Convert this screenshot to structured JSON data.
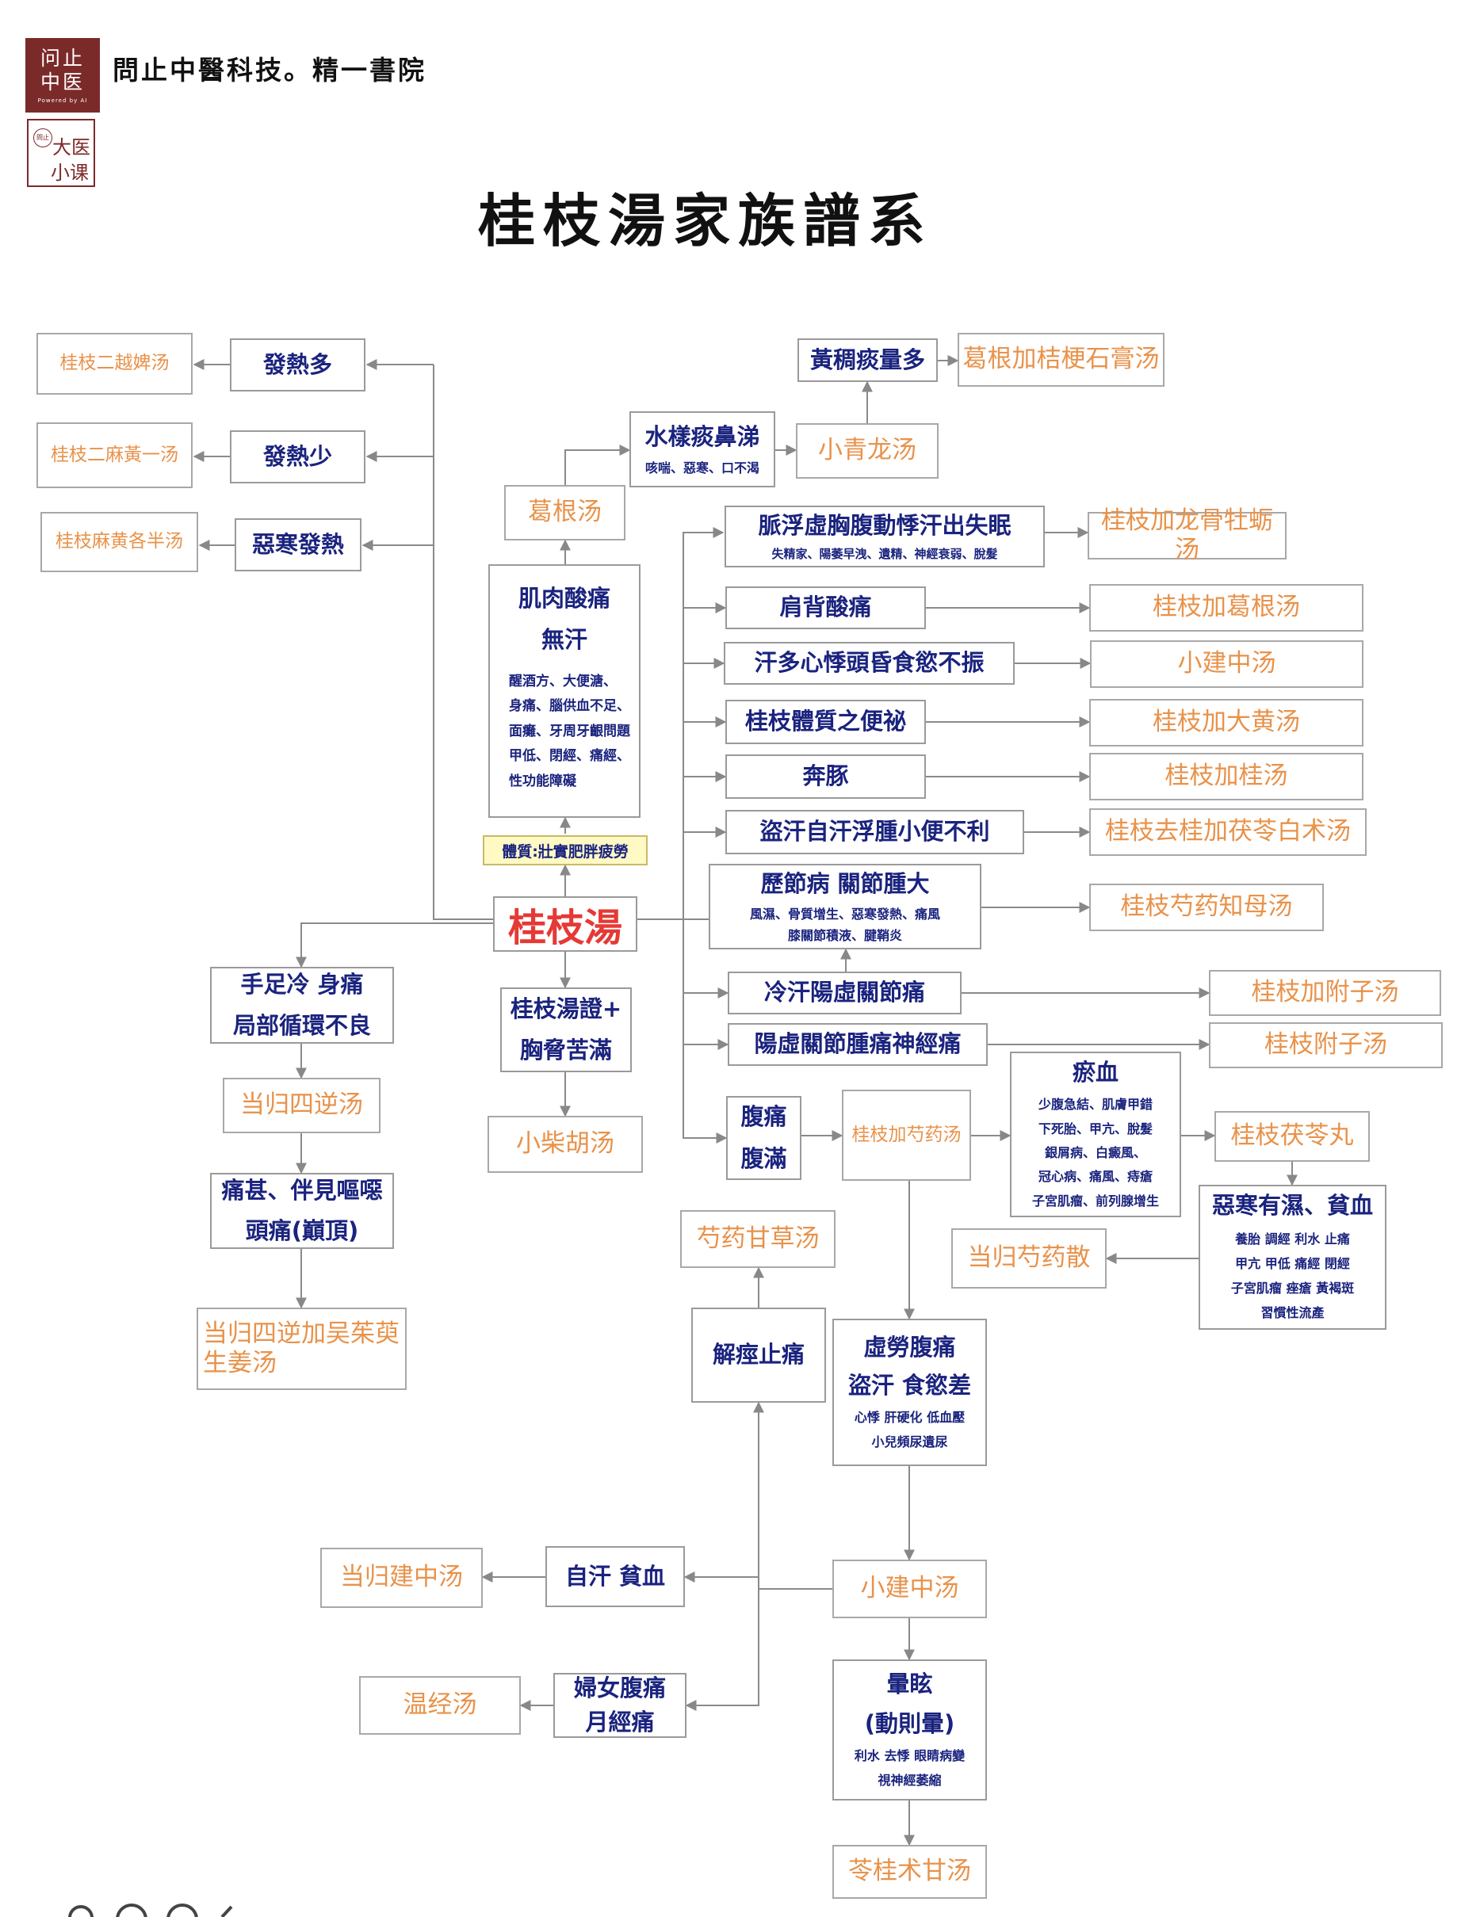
{
  "header": {
    "logo_line1": "问止",
    "logo_line2": "中医",
    "logo_tagline": "Powered by AI",
    "brand_text": "問止中醫科技。精一書院",
    "logo2_seal": "問止",
    "logo2_line1": "大医",
    "logo2_line2": "小课"
  },
  "title": "桂枝湯家族譜系",
  "colors": {
    "formula": "#e8924a",
    "symptom": "#1a237e",
    "main": "#e53935",
    "constitution_bg": "#fff9c4",
    "brand": "#7b2a2a"
  },
  "nodes": {
    "main": {
      "label": "桂枝湯"
    },
    "constitution": {
      "label": "體質:壯實肥胖疲勞"
    },
    "fever_more": {
      "label": "發熱多"
    },
    "fever_less": {
      "label": "發熱少"
    },
    "chills_fever": {
      "label": "惡寒發熱"
    },
    "rx_er_yue_bi": {
      "label": "桂枝二越婢汤"
    },
    "rx_er_ma_huang_yi": {
      "label": "桂枝二麻黃一汤"
    },
    "rx_ma_huang_ge_ban": {
      "label": "桂枝麻黄各半汤"
    },
    "muscle_ache": {
      "line1": "肌肉酸痛",
      "line2": "無汗",
      "details": [
        "醒酒方、大便溏、",
        "身痛、腦供血不足、",
        "面癱、牙周牙齦問題",
        "甲低、閉經、痛經、",
        "性功能障礙"
      ]
    },
    "rx_ge_gen": {
      "label": "葛根汤"
    },
    "watery_phlegm": {
      "label": "水樣痰鼻涕",
      "sub": "咳喘、惡寒、口不渴"
    },
    "rx_xiao_qing_long": {
      "label": "小青龙汤"
    },
    "thick_phlegm": {
      "label": "黃稠痰量多"
    },
    "rx_ge_gen_jie_geng": {
      "label": "葛根加桔梗石膏汤"
    },
    "floating_pulse": {
      "label": "脈浮虛胸腹動悸汗出失眠",
      "sub": "失精家、陽萎早洩、遺精、神經衰弱、脫髮"
    },
    "rx_long_gu_mu_li": {
      "label": "桂枝加龙骨牡蛎汤"
    },
    "shoulder_back": {
      "label": "肩背酸痛"
    },
    "rx_jia_ge_gen": {
      "label": "桂枝加葛根汤"
    },
    "sweat_palp": {
      "label": "汗多心悸頭昏食慾不振"
    },
    "rx_xiao_jian_zhong_a": {
      "label": "小建中汤"
    },
    "constipation": {
      "label": "桂枝體質之便祕"
    },
    "rx_jia_da_huang": {
      "label": "桂枝加大黄汤"
    },
    "ben_tun": {
      "label": "奔豚"
    },
    "rx_jia_gui": {
      "label": "桂枝加桂汤"
    },
    "night_sweat": {
      "label": "盜汗自汗浮腫小便不利"
    },
    "rx_qu_gui_fu_ling_bai_zhu": {
      "label": "桂枝去桂加茯苓白术汤"
    },
    "joint_swelling": {
      "label": "歷節病 關節腫大",
      "sub1": "風濕、骨質增生、惡寒發熱、痛風",
      "sub2": "膝關節積液、腱鞘炎"
    },
    "rx_shao_yao_zhi_mu": {
      "label": "桂枝芍药知母汤"
    },
    "cold_sweat": {
      "label": "冷汗陽虛關節痛"
    },
    "rx_jia_fu_zi": {
      "label": "桂枝加附子汤"
    },
    "yang_def_joint": {
      "label": "陽虛關節腫痛神經痛"
    },
    "rx_fu_zi": {
      "label": "桂枝附子汤"
    },
    "blood_stasis": {
      "label": "瘀血",
      "details": [
        "少腹急結、肌膚甲錯",
        "下死胎、甲亢、脫髮",
        "銀屑病、白癜風、",
        "冠心病、痛風、痔瘡",
        "子宮肌瘤、前列腺增生"
      ]
    },
    "rx_fu_ling_wan": {
      "label": "桂枝茯苓丸"
    },
    "cold_damp_anemia": {
      "label": "惡寒有濕、貧血",
      "details": [
        "養胎 調經 利水 止痛",
        "甲亢 甲低 痛經 閉經",
        "子宮肌瘤 痤瘡 黃褐斑",
        "習慣性流產"
      ]
    },
    "rx_dang_gui_shao_yao": {
      "label": "当归芍药散"
    },
    "abdominal": {
      "line1": "腹痛",
      "line2": "腹滿"
    },
    "rx_jia_shao_yao": {
      "label": "桂枝加芍药汤"
    },
    "deficiency_pain": {
      "line1": "虛勞腹痛",
      "line2": "盜汗 食慾差",
      "details": [
        "心悸 肝硬化 低血壓",
        "小兒頻尿遺尿"
      ]
    },
    "rx_xiao_jian_zhong_b": {
      "label": "小建中汤"
    },
    "dizziness": {
      "line1": "暈眩",
      "line2": "(動則暈)",
      "details": [
        "利水 去悸 眼睛病變",
        "視神經萎縮"
      ]
    },
    "rx_ling_gui_zhu_gan": {
      "label": "苓桂术甘汤"
    },
    "spasm_pain": {
      "label": "解痙止痛"
    },
    "rx_shao_yao_gan_cao": {
      "label": "芍药甘草汤"
    },
    "sweat_anemia": {
      "label": "自汗 貧血"
    },
    "rx_dang_gui_jian_zhong": {
      "label": "当归建中汤"
    },
    "women_pain": {
      "line1": "婦女腹痛",
      "line2": "月經痛"
    },
    "rx_wen_jing": {
      "label": "温经汤"
    },
    "cold_limbs": {
      "line1": "手足冷 身痛",
      "line2": "局部循環不良"
    },
    "rx_dang_gui_si_ni": {
      "label": "当归四逆汤"
    },
    "severe_pain": {
      "line1": "痛甚、伴見嘔噁",
      "line2": "頭痛(巔頂)"
    },
    "rx_si_ni_wu_zhu_yu": {
      "label": "当归四逆加吴茱萸生姜汤"
    },
    "chest_fullness": {
      "line1": "桂枝湯證+",
      "line2": "胸脅苦滿"
    },
    "rx_xiao_chai_hu": {
      "label": "小柴胡汤"
    }
  }
}
